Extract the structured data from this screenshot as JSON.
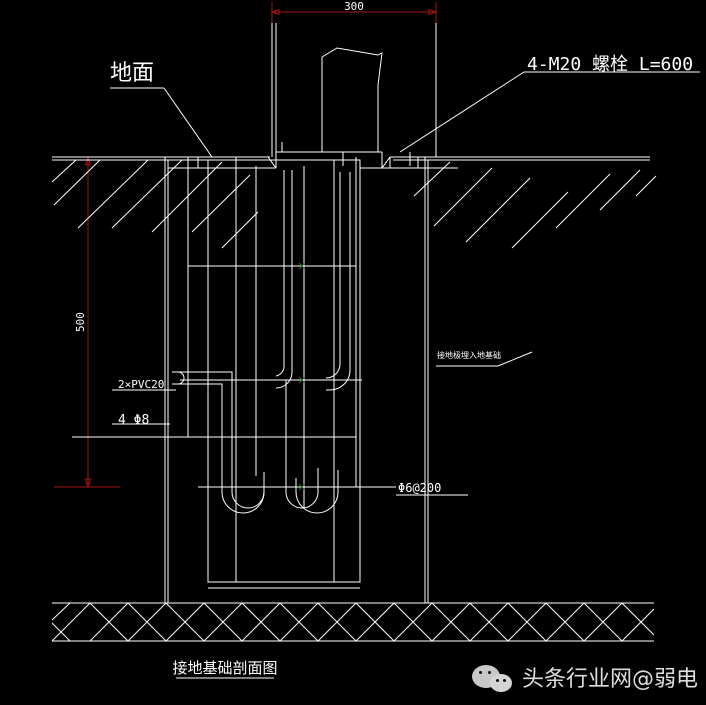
{
  "drawing": {
    "title": "接地基础剖面图",
    "background_color": "#000000",
    "line_color": "#ffffff",
    "dimension_color": "#a01515",
    "rebar_marker_color": "#2f6b2f"
  },
  "labels": {
    "ground_surface": "地面",
    "anchor_bolts": "4-M20    螺栓 L=600",
    "conduit": "2×PVC20",
    "main_rebar": "4 Φ8",
    "stirrup": "Φ6@200",
    "ground_electrode_note": "接地极埋入地基础"
  },
  "dimensions": {
    "top_width": "300",
    "left_depth": "500"
  },
  "watermark": {
    "icon": "wechat-icon",
    "text": "头条行业网@弱电"
  }
}
